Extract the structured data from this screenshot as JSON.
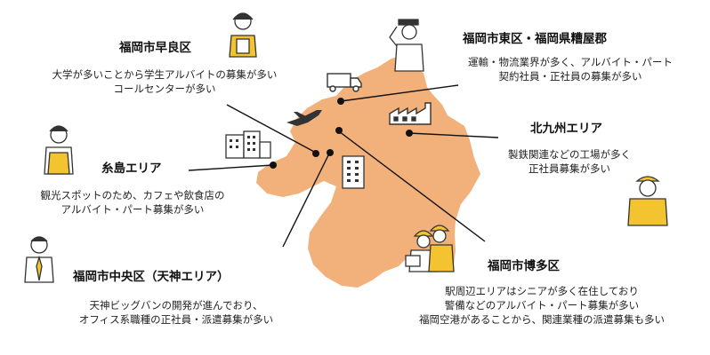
{
  "map_color": "#f2b07a",
  "accent_yellow": "#f4c430",
  "regions": {
    "sawara": {
      "title": "福岡市早良区",
      "lines": [
        "大学が多いことから学生アルバイトの募集が多い",
        "コールセンターが多い"
      ]
    },
    "higashi": {
      "title": "福岡市東区・福岡県糟屋郡",
      "lines": [
        "運輸・物流業界が多く、アルバイト・パート",
        "契約社員・正社員の募集が多い"
      ]
    },
    "kitakyushu": {
      "title": "北九州エリア",
      "lines": [
        "製鉄関連などの工場が多く",
        "正社員募集が多い"
      ]
    },
    "itoshima": {
      "title": "糸島エリア",
      "lines": [
        "観光スポットのため、カフェや飲食店の",
        "アルバイト・パート募集が多い"
      ]
    },
    "chuo": {
      "title": "福岡市中央区（天神エリア）",
      "lines": [
        "天神ビッグバンの開発が進んでおり、",
        "オフィス系職種の正社員・派遣募集が多い"
      ]
    },
    "hakata": {
      "title": "福岡市博多区",
      "lines": [
        "駅周辺エリアはシニアが多く在住しており",
        "警備などのアルバイト・パート募集が多い",
        "福岡空港があることから、関連業種の派遣募集も多い"
      ]
    }
  },
  "icons": [
    "student-person-icon",
    "truck-icon",
    "airplane-icon",
    "factory-icon",
    "office-building-icon",
    "tall-building-icon",
    "waiter-person-icon",
    "worker-saluting-icon",
    "businessman-icon",
    "construction-workers-icon",
    "worker-yellow-uniform-icon"
  ]
}
